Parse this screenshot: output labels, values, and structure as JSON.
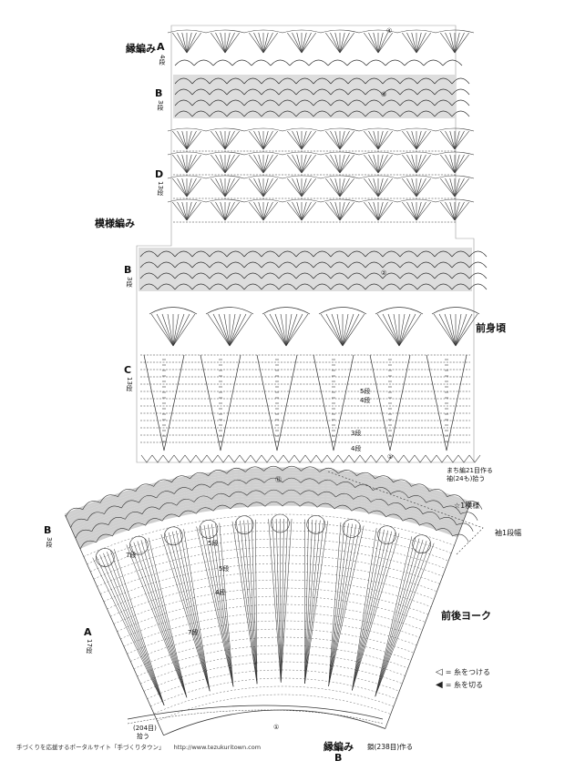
{
  "labels": {
    "fuchi_a": "縁編み",
    "letter_a": "A",
    "rows_a": "4段",
    "letter_b1": "B",
    "rows_b1": "3段",
    "letter_d": "D",
    "rows_d": "13段",
    "moyou": "模様編み",
    "letter_b2": "B",
    "rows_b2": "3段",
    "letter_c": "C",
    "rows_c": "13段",
    "front_body": "前身頃",
    "gauge_start": "まち編21目作る",
    "gauge_pick": "袖(24も)拾う",
    "yoke": "前後ヨーク",
    "letter_b3": "B",
    "rows_b3": "3段",
    "letter_a2": "A",
    "rows_a2": "17段",
    "mark_star": "☆1模様",
    "mark_one": "袖1段幅",
    "hem_pick": "(204目)",
    "hem_pick2": "拾う",
    "fuchi_b": "縁編み",
    "fuchi_b_letter": "B",
    "yoke_start": "鎖(238目)作る"
  },
  "row_marks": [
    "5段",
    "4段",
    "3段",
    "4段",
    "7段",
    "5段",
    "5段",
    "4段",
    "7段"
  ],
  "circled_nums": [
    "④",
    "③",
    "②",
    "①",
    "⑫",
    "①"
  ],
  "legend": [
    {
      "sym": "◁",
      "text": "= 糸をつける"
    },
    {
      "sym": "◀",
      "text": "= 糸を切る"
    }
  ],
  "footer": {
    "left": "手づくりを応援するポータルサイト「手づくりタウン」",
    "url": "http://www.tezukuritown.com"
  }
}
